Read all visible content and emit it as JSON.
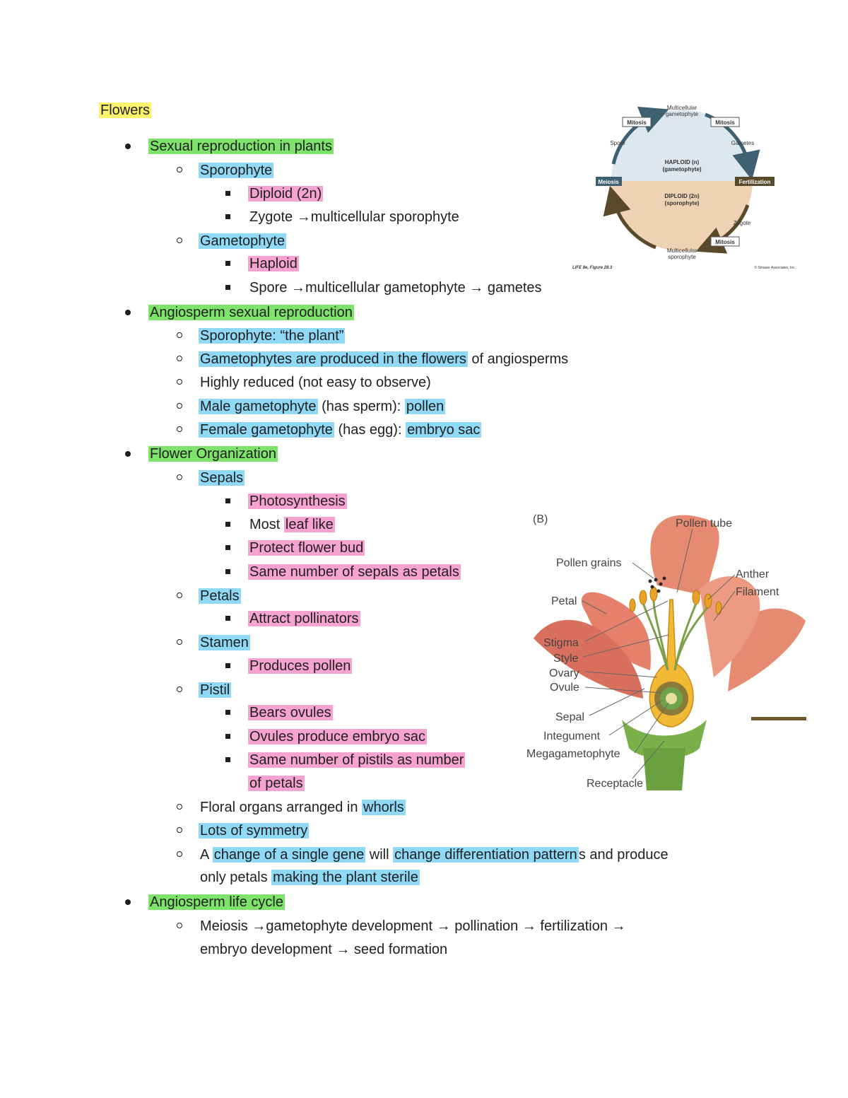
{
  "title": "Flowers",
  "sections": {
    "sexual": {
      "heading": "Sexual reproduction in plants",
      "sporophyte": "Sporophyte",
      "diploid": "Diploid (2n)",
      "zygote_a": "Zygote ",
      "zygote_b": "multicellular sporophyte",
      "gametophyte": "Gametophyte",
      "haploid": "Haploid",
      "spore_a": "Spore ",
      "spore_b": "multicellular gametophyte ",
      "spore_c": " gametes"
    },
    "angio": {
      "heading": "Angiosperm sexual reproduction",
      "plant": "Sporophyte: “the plant”",
      "gameto_hl": "Gametophytes are produced in the flowers",
      "gameto_rest": " of angiosperms",
      "reduced": "Highly reduced (not easy to observe)",
      "male_hl": "Male gametophyte",
      "male_mid": " (has sperm): ",
      "male_end": "pollen",
      "female_hl": "Female gametophyte",
      "female_mid": " (has egg): ",
      "female_end": "embryo sac"
    },
    "org": {
      "heading": "Flower Organization",
      "sepals": "Sepals",
      "photo": "Photosynthesis",
      "most": "Most ",
      "leaf": "leaf like",
      "protect": "Protect flower bud",
      "same_sepals": "Same number of sepals as petals",
      "petals": "Petals",
      "attract": "Attract pollinators",
      "stamen": "Stamen",
      "produces": "Produces pollen",
      "pistil": "Pistil",
      "bears": "Bears ovules",
      "ovules": "Ovules produce embryo sac",
      "same_pistils_1": "Same number of pistils as number",
      "same_pistils_2": "of petals",
      "floral_a": "Floral organs arranged in ",
      "floral_b": "whorls",
      "lots": "Lots of symmetry",
      "change_a": "A ",
      "change_b": "change of a single gene",
      "change_c": " will ",
      "change_d": "change differentiation pattern",
      "change_e": "s and produce",
      "only_a": "only petals ",
      "only_b": "making the plant sterile"
    },
    "life": {
      "heading": "Angiosperm life cycle",
      "l1_a": "Meiosis ",
      "l1_b": "gametophyte development ",
      "l1_c": " pollination ",
      "l1_d": " fertilization ",
      "l2_a": "embryo development ",
      "l2_b": " seed formation"
    }
  },
  "arrow": "→",
  "lifecycle_fig": {
    "multicellular_gametophyte_1": "Multicellular",
    "multicellular_gametophyte_2": "gametophyte",
    "mitosis": "Mitosis",
    "spore": "Spore",
    "gametes": "Gametes",
    "haploid_1": "HAPLOID (n)",
    "haploid_2": "(gametophyte)",
    "diploid_1": "DIPLOID (2n)",
    "diploid_2": "(sporophyte)",
    "meiosis": "Meiosis",
    "fertilization": "Fertilization",
    "zygote": "Zygote",
    "multicellular_sporophyte_1": "Multicellular",
    "multicellular_sporophyte_2": "sporophyte",
    "caption": "LIFE 8e, Figure 28.3",
    "copyright": "© Sinauer Associates, Inc."
  },
  "flower_fig": {
    "panel": "(B)",
    "pollen_tube": "Pollen tube",
    "pollen_grains": "Pollen grains",
    "anther": "Anther",
    "filament": "Filament",
    "petal": "Petal",
    "stigma": "Stigma",
    "style": "Style",
    "ovary": "Ovary",
    "ovule": "Ovule",
    "sepal": "Sepal",
    "integument": "Integument",
    "megagametophyte": "Megagametophyte",
    "receptacle": "Receptacle"
  },
  "colors": {
    "yellow": "#fff36b",
    "green": "#7ee36a",
    "blue": "#8fd9f7",
    "pink": "#f7a3d2",
    "haploid_fill": "#dde7ee",
    "diploid_fill": "#efd1b3"
  }
}
